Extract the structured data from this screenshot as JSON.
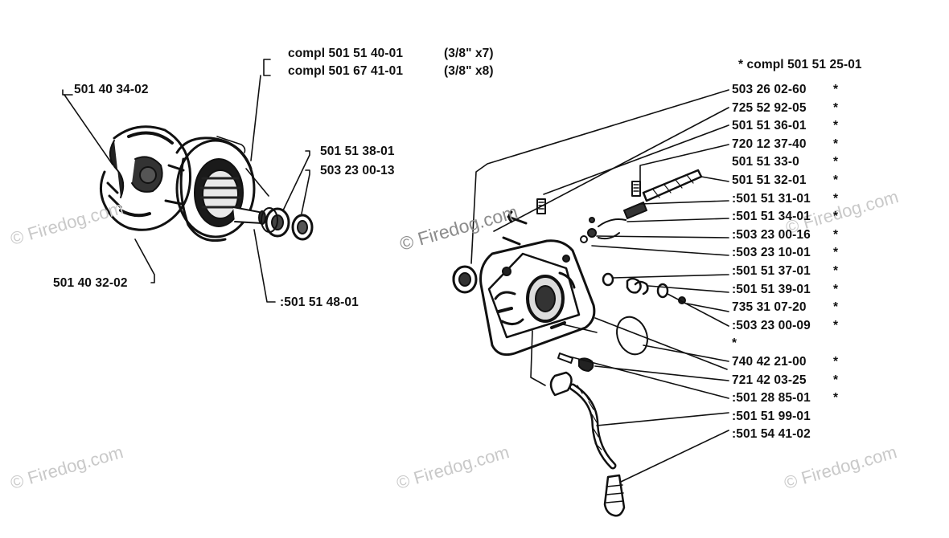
{
  "watermark": "© Firedog.com",
  "colors": {
    "ink": "#111111",
    "watermark": "#c9c9c9",
    "watermark_dark": "#8c8c8c",
    "paper": "#ffffff"
  },
  "labels": {
    "compl_a": "compl 501 51 40-01",
    "compl_a_size": "(3/8\" x7)",
    "compl_b": "compl 501 67 41-01",
    "compl_b_size": "(3/8\" x8)",
    "p_501_40_34_02": "501 40 34-02",
    "p_501_51_38_01": "501 51 38-01",
    "p_503_23_00_13": "503 23 00-13",
    "p_501_40_32_02": "501 40 32-02",
    "p_501_51_48_01": ":501 51 48-01",
    "compl_right": "* compl 501 51 25-01"
  },
  "right_parts": [
    {
      "part": "503 26 02-60",
      "star": "*"
    },
    {
      "part": "725 52 92-05",
      "star": "*"
    },
    {
      "part": "501 51 36-01",
      "star": "*"
    },
    {
      "part": "720 12 37-40",
      "star": "*"
    },
    {
      "part": "501 51 33-0",
      "star": "*"
    },
    {
      "part": "501 51 32-01",
      "star": "*"
    },
    {
      "part": ":501 51 31-01",
      "star": "*"
    },
    {
      "part": ":501 51 34-01",
      "star": "*"
    },
    {
      "part": ":503 23 00-16",
      "star": "*"
    },
    {
      "part": ":503 23 10-01",
      "star": "*"
    },
    {
      "part": ":501 51 37-01",
      "star": "*"
    },
    {
      "part": ":501 51 39-01",
      "star": "*"
    },
    {
      "part": "735 31 07-20",
      "star": "*"
    },
    {
      "part": ":503 23 00-09",
      "star": "*"
    },
    {
      "part": "",
      "star": "*"
    },
    {
      "part": "740 42 21-00",
      "star": "*"
    },
    {
      "part": "721 42 03-25",
      "star": "*"
    },
    {
      "part": ":501 28 85-01",
      "star": "*"
    },
    {
      "part": ":501 51 99-01",
      "star": ""
    },
    {
      "part": ":501 54 41-02",
      "star": ""
    }
  ]
}
